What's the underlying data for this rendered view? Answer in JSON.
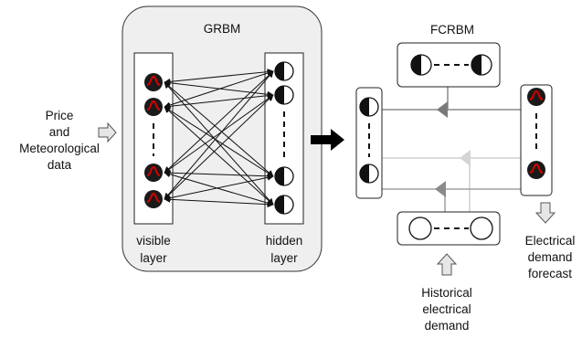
{
  "input_label": [
    "Price",
    "and",
    "Meteorological",
    "data"
  ],
  "grbm": {
    "title": "GRBM",
    "visible_label": [
      "visible",
      "layer"
    ],
    "hidden_label": [
      "hidden",
      "layer"
    ]
  },
  "fcrbm": {
    "title": "FCRBM"
  },
  "output_label": [
    "Electrical",
    "demand",
    "forecast"
  ],
  "history_label": [
    "Historical",
    "electrical",
    "demand"
  ],
  "colors": {
    "grbm_background": "#efefef",
    "gaussian_unit": "#1a1a1a",
    "gaussian_curve": "#d40000",
    "connection_dark": "#8a8a8a",
    "connection_light": "#c8c8c8",
    "arrow": "#000000"
  },
  "icons": {
    "gaussian_unit": "gaussian-unit-icon",
    "binary_unit": "half-filled-circle-icon"
  }
}
